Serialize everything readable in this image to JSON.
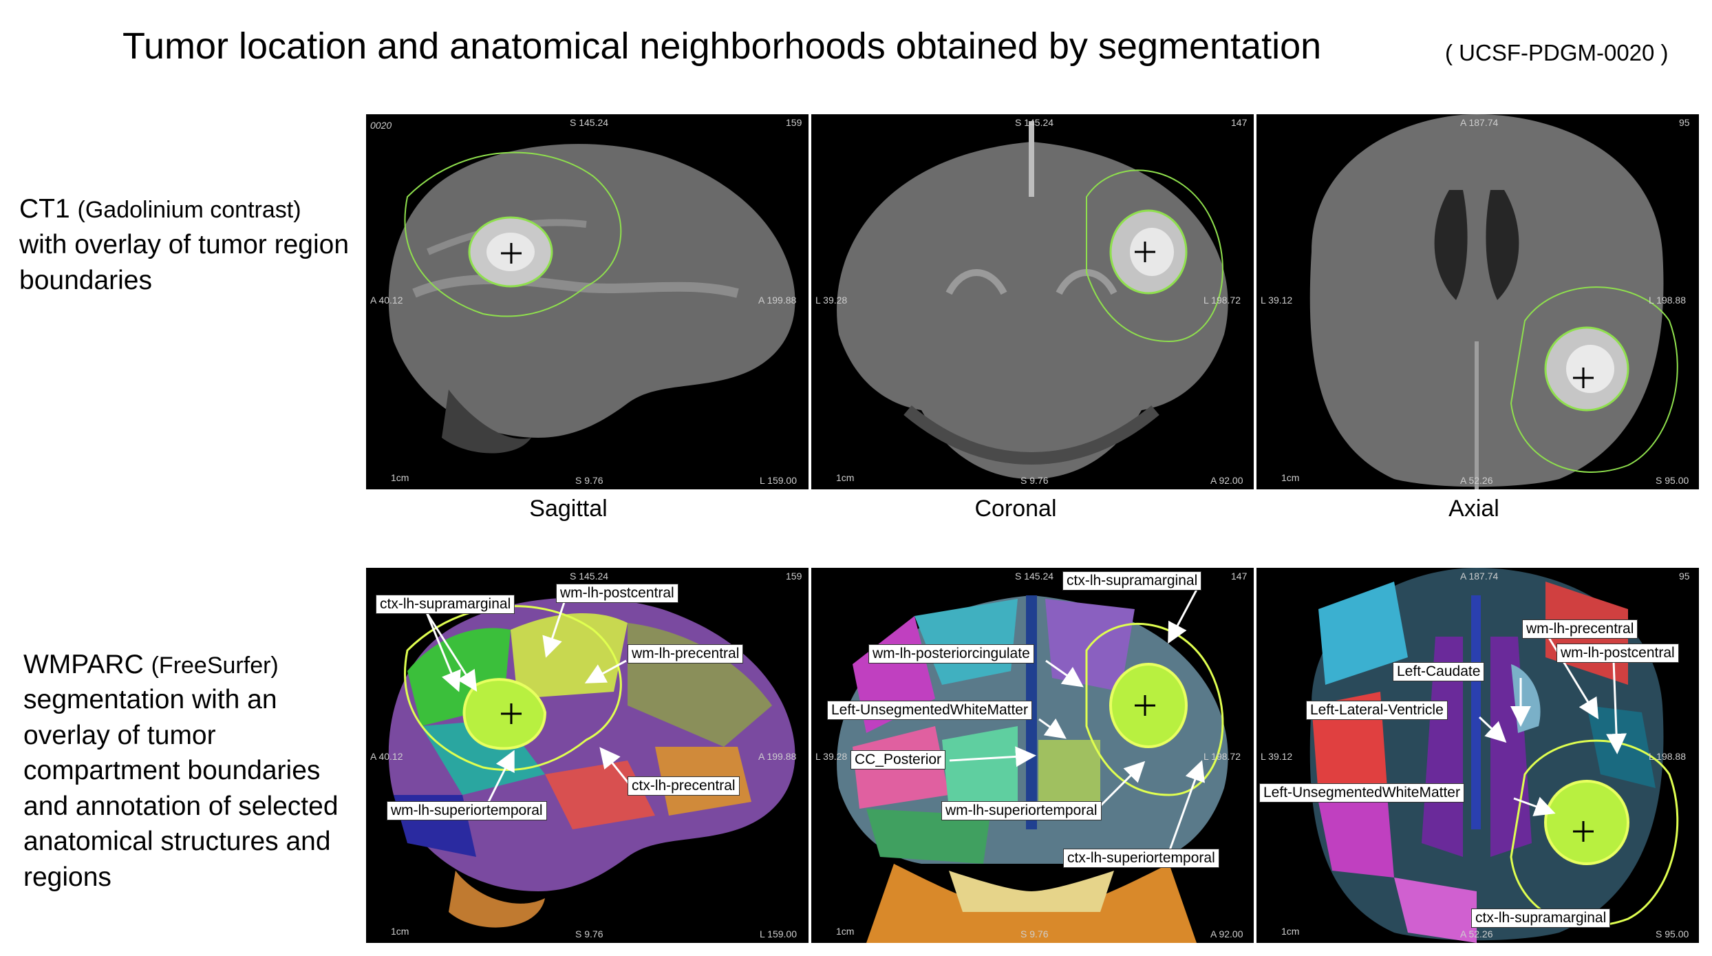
{
  "title": "Tumor location and anatomical neighborhoods obtained by segmentation",
  "case_id": "( UCSF-PDGM-0020 )",
  "rows": {
    "ct1": {
      "line1": "CT1",
      "line1_small": "(Gadolinium contrast)",
      "rest": "with overlay of tumor region boundaries"
    },
    "wmparc": {
      "line1": "WMPARC",
      "line1_small": "(FreeSurfer)",
      "rest": "segmentation with an overlay of tumor compartment boundaries and annotation of selected anatomical structures and regions"
    }
  },
  "views": {
    "sagittal": "Sagittal",
    "coronal": "Coronal",
    "axial": "Axial"
  },
  "overlays": {
    "sagittal": {
      "id": "0020",
      "top": "S 145.24",
      "num": "159",
      "left": "A 40.12",
      "right": "A 199.88",
      "bottom": "S 9.76",
      "br": "L 159.00",
      "scale": "1cm"
    },
    "coronal": {
      "top": "S 145.24",
      "num": "147",
      "left": "L 39.28",
      "right": "L 198.72",
      "bottom": "S 9.76",
      "br": "A 92.00",
      "scale": "1cm"
    },
    "axial": {
      "top": "A 187.74",
      "num": "95",
      "left": "L 39.12",
      "right": "L 198.88",
      "bottom": "A 52.26",
      "br": "S 95.00",
      "scale": "1cm"
    }
  },
  "labels": {
    "sag_supramarginal": "ctx-lh-supramarginal",
    "sag_postcentral": "wm-lh-postcentral",
    "sag_precentral_wm": "wm-lh-precentral",
    "sag_precentral_ctx": "ctx-lh-precentral",
    "sag_superiortemporal": "wm-lh-superiortemporal",
    "cor_supramarginal": "ctx-lh-supramarginal",
    "cor_posteriorcingulate": "wm-lh-posteriorcingulate",
    "cor_unsegmented": "Left-UnsegmentedWhiteMatter",
    "cor_cc": "CC_Posterior",
    "cor_superiortemporal_wm": "wm-lh-superiortemporal",
    "cor_superiortemporal_ctx": "ctx-lh-superiortemporal",
    "ax_precentral": "wm-lh-precentral",
    "ax_postcentral": "wm-lh-postcentral",
    "ax_caudate": "Left-Caudate",
    "ax_ventricle": "Left-Lateral-Ventricle",
    "ax_unsegmented": "Left-UnsegmentedWhiteMatter",
    "ax_supramarginal": "ctx-lh-supramarginal"
  }
}
